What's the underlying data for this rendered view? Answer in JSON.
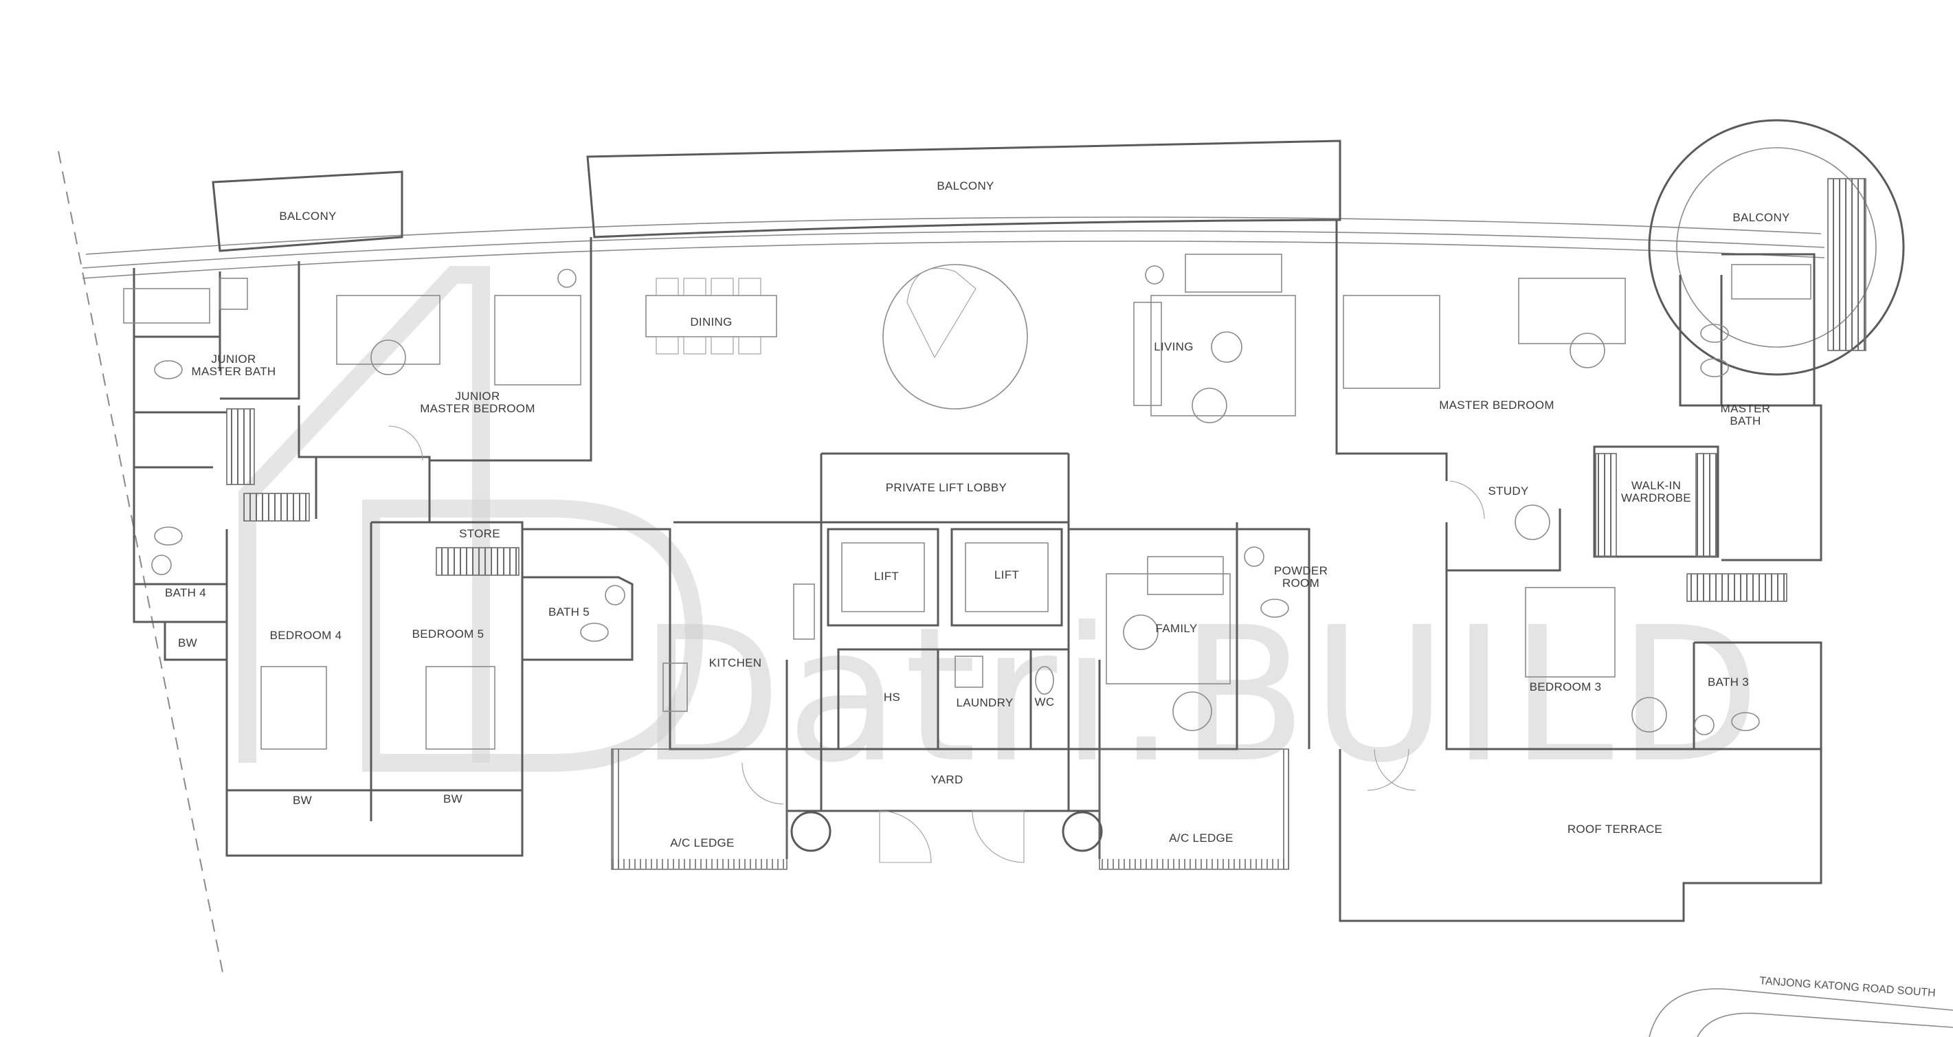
{
  "rooms": {
    "balcony_left": "BALCONY",
    "balcony_center": "BALCONY",
    "balcony_right": "BALCONY",
    "junior_master_bath": [
      "JUNIOR",
      "MASTER BATH"
    ],
    "junior_master_bedroom": [
      "JUNIOR",
      "MASTER BEDROOM"
    ],
    "dining": "DINING",
    "living": "LIVING",
    "master_bedroom": "MASTER BEDROOM",
    "master_bath": [
      "MASTER",
      "BATH"
    ],
    "private_lift_lobby": "PRIVATE LIFT LOBBY",
    "lift_1": "LIFT",
    "lift_2": "LIFT",
    "store": "STORE",
    "bath_4": "BATH 4",
    "bath_5": "BATH 5",
    "bw_left": "BW",
    "bw_bed4": "BW",
    "bw_bed5": "BW",
    "bedroom_4": "BEDROOM 4",
    "bedroom_5": "BEDROOM 5",
    "kitchen": "KITCHEN",
    "hs": "HS",
    "laundry": "LAUNDRY",
    "wc": "WC",
    "yard": "YARD",
    "ac_ledge_left": "A/C LEDGE",
    "ac_ledge_right": "A/C LEDGE",
    "family": "FAMILY",
    "powder_room": [
      "POWDER",
      "ROOM"
    ],
    "study": "STUDY",
    "walk_in_wardrobe": [
      "WALK-IN",
      "WARDROBE"
    ],
    "bedroom_3": "BEDROOM 3",
    "bath_3": "BATH 3",
    "roof_terrace": "ROOF TERRACE"
  },
  "road_name": "TANJONG KATONG ROAD SOUTH",
  "watermark": "Datri.BUILD",
  "colors": {
    "wall": "#5a5a5a",
    "label": "#3a3a3a",
    "watermark": "#cfcfcf"
  }
}
